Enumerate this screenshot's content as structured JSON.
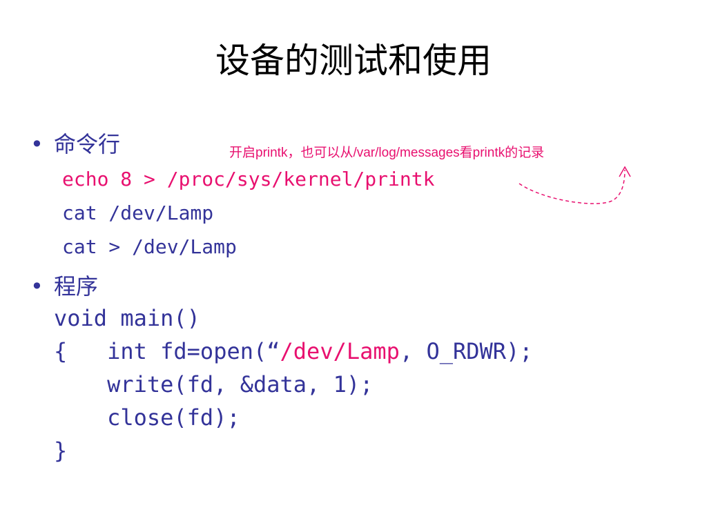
{
  "title": "设备的测试和使用",
  "bullets": [
    {
      "marker": "•",
      "label": "命令行",
      "lines": [
        "echo 8 > /proc/sys/kernel/printk",
        "cat /dev/Lamp",
        "cat > /dev/Lamp"
      ]
    },
    {
      "marker": "•",
      "label": "程序",
      "code": {
        "line1": "void main()",
        "line2_pre": "{   int fd=open(“",
        "line2_path": "/dev/Lamp",
        "line2_post": ", O_RDWR);",
        "line3": "    write(fd, &data, 1);",
        "line4": "    close(fd);",
        "line5": "}"
      }
    }
  ],
  "annotation": "开启printk，也可以从/var/log/messages看printk的记录",
  "colors": {
    "text": "#333399",
    "highlight": "#e8106f",
    "title": "#000000"
  }
}
